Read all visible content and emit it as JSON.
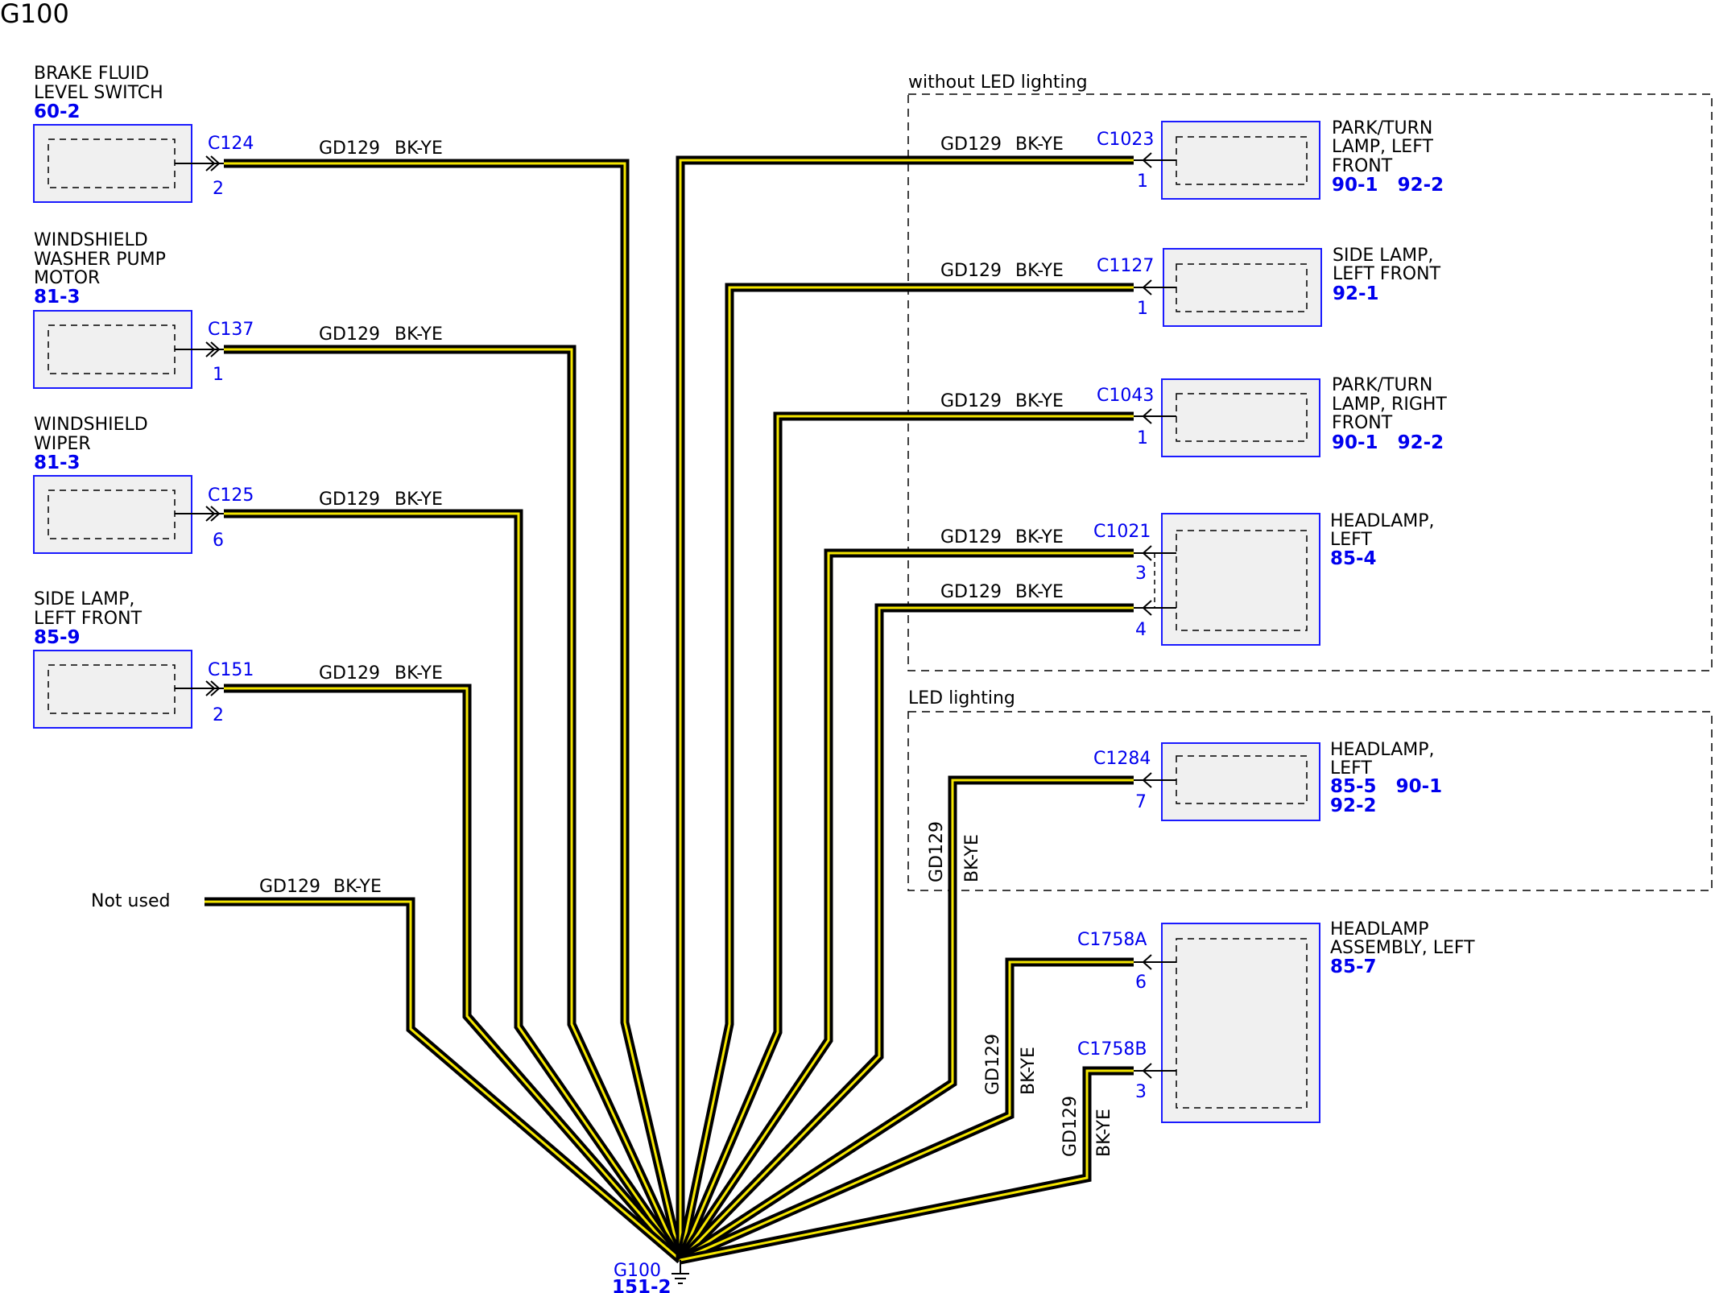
{
  "title": "G100",
  "colors": {
    "wire_outer": "#000000",
    "wire_inner": "#f5e600",
    "component_border": "#1a1aff",
    "component_fill": "#f0f0f0",
    "ref_text": "#0000ee"
  },
  "groups": {
    "without_led": "without LED lighting",
    "led": "LED lighting"
  },
  "not_used": "Not used",
  "ground": {
    "id": "G100",
    "ref": "151-2"
  },
  "wire_circuit": "GD129",
  "wire_color": "BK-YE",
  "left_components": [
    {
      "name_lines": [
        "BRAKE FLUID",
        "LEVEL SWITCH"
      ],
      "ref": "60-2",
      "connector": "C124",
      "pin": "2"
    },
    {
      "name_lines": [
        "WINDSHIELD",
        "WASHER PUMP",
        "MOTOR"
      ],
      "ref": "81-3",
      "connector": "C137",
      "pin": "1"
    },
    {
      "name_lines": [
        "WINDSHIELD",
        "WIPER"
      ],
      "ref": "81-3",
      "connector": "C125",
      "pin": "6"
    },
    {
      "name_lines": [
        "SIDE LAMP,",
        "LEFT FRONT"
      ],
      "ref": "85-9",
      "connector": "C151",
      "pin": "2"
    }
  ],
  "right_components": [
    {
      "name_lines": [
        "PARK/TURN",
        "LAMP, LEFT",
        "FRONT"
      ],
      "refs": [
        "90-1   92-2"
      ],
      "connector": "C1023",
      "pins": [
        "1"
      ]
    },
    {
      "name_lines": [
        "SIDE LAMP,",
        "LEFT FRONT"
      ],
      "refs": [
        "92-1"
      ],
      "connector": "C1127",
      "pins": [
        "1"
      ]
    },
    {
      "name_lines": [
        "PARK/TURN",
        "LAMP, RIGHT",
        "FRONT"
      ],
      "refs": [
        "90-1   92-2"
      ],
      "connector": "C1043",
      "pins": [
        "1"
      ]
    },
    {
      "name_lines": [
        "HEADLAMP,",
        "LEFT"
      ],
      "refs": [
        "85-4"
      ],
      "connector": "C1021",
      "pins": [
        "3",
        "4"
      ]
    },
    {
      "name_lines": [
        "HEADLAMP,",
        "LEFT"
      ],
      "refs": [
        "85-5   90-1",
        "92-2"
      ],
      "connector": "C1284",
      "pins": [
        "7"
      ]
    },
    {
      "name_lines": [
        "HEADLAMP",
        "ASSEMBLY, LEFT"
      ],
      "refs": [
        "85-7"
      ],
      "connectors": [
        "C1758A",
        "C1758B"
      ],
      "pins": [
        "6",
        "3"
      ]
    }
  ]
}
